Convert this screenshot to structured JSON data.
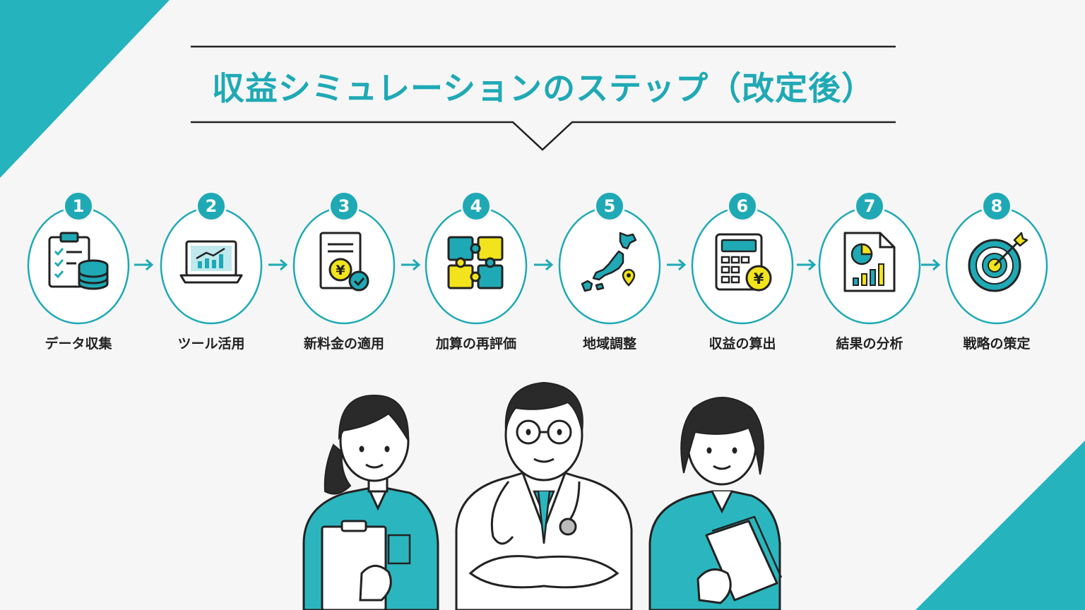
{
  "title": "収益シミュレーションのステップ（改定後）",
  "colors": {
    "accent": "#1fa9b5",
    "highlight": "#f2e31c",
    "line": "#222222",
    "background": "#f6f6f6"
  },
  "steps": [
    {
      "number": "1",
      "label": "データ収集",
      "icon": "clipboard-database-icon"
    },
    {
      "number": "2",
      "label": "ツール活用",
      "icon": "laptop-chart-icon"
    },
    {
      "number": "3",
      "label": "新料金の適用",
      "icon": "document-yen-check-icon"
    },
    {
      "number": "4",
      "label": "加算の再評価",
      "icon": "puzzle-icon"
    },
    {
      "number": "5",
      "label": "地域調整",
      "icon": "japan-map-pin-icon"
    },
    {
      "number": "6",
      "label": "収益の算出",
      "icon": "calculator-yen-icon"
    },
    {
      "number": "7",
      "label": "結果の分析",
      "icon": "report-charts-icon"
    },
    {
      "number": "8",
      "label": "戦略の策定",
      "icon": "target-arrow-icon"
    }
  ],
  "icon_texts": {
    "yen": "¥"
  },
  "people": [
    "nurse-with-clipboard",
    "doctor-with-stethoscope",
    "nurse-with-documents"
  ]
}
